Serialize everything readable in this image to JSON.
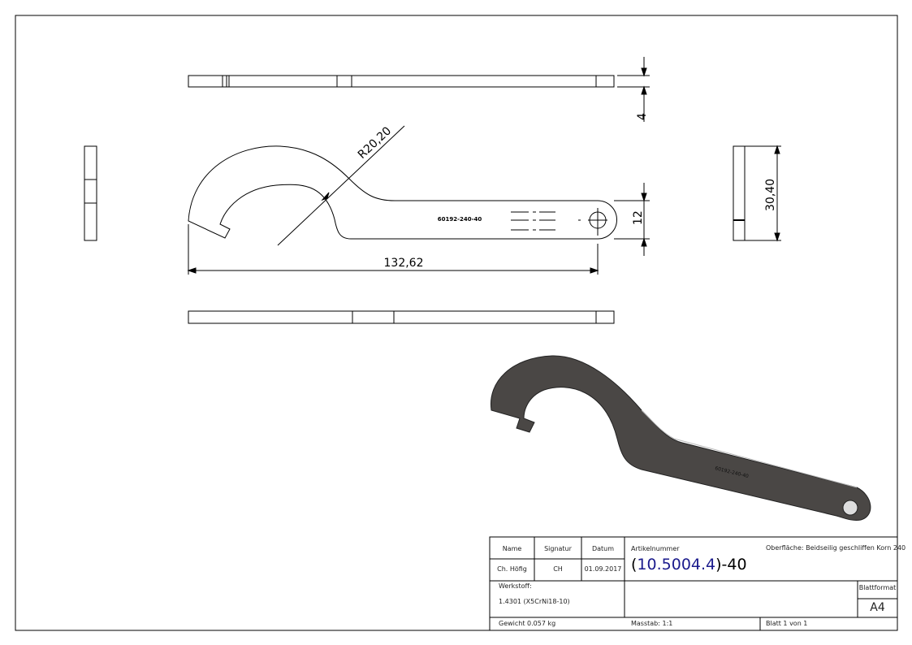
{
  "drawing": {
    "dimensions": {
      "radius": "R20,20",
      "thickness": "4",
      "height": "30,40",
      "tail_width": "12",
      "length": "132,62"
    },
    "engraving": "60192-240-40",
    "engraving_3d": "60192-240-40"
  },
  "title_block": {
    "name_label": "Name",
    "signature_label": "Signatur",
    "date_label": "Datum",
    "name_value": "Ch. Höfig",
    "signature_value": "CH",
    "date_value": "01.09.2017",
    "article_label": "Artikelnummer",
    "article_prefix": "(",
    "article_number": "10.5004.4",
    "article_suffix": ")-40",
    "surface": "Oberfläche:  Beidseilig geschliffen Korn 240",
    "material_label": "Werkstoff:",
    "material_value": "1.4301 (X5CrNi18-10)",
    "sheet_format_label": "Blattformat",
    "sheet_format_value": "A4",
    "weight": "Gewicht 0.057 kg",
    "scale": "Masstab: 1:1",
    "sheet": "Blatt 1 von 1"
  },
  "colors": {
    "line": "#000000",
    "part_3d": "#4a4745",
    "article_number": "#1a1a8c"
  }
}
